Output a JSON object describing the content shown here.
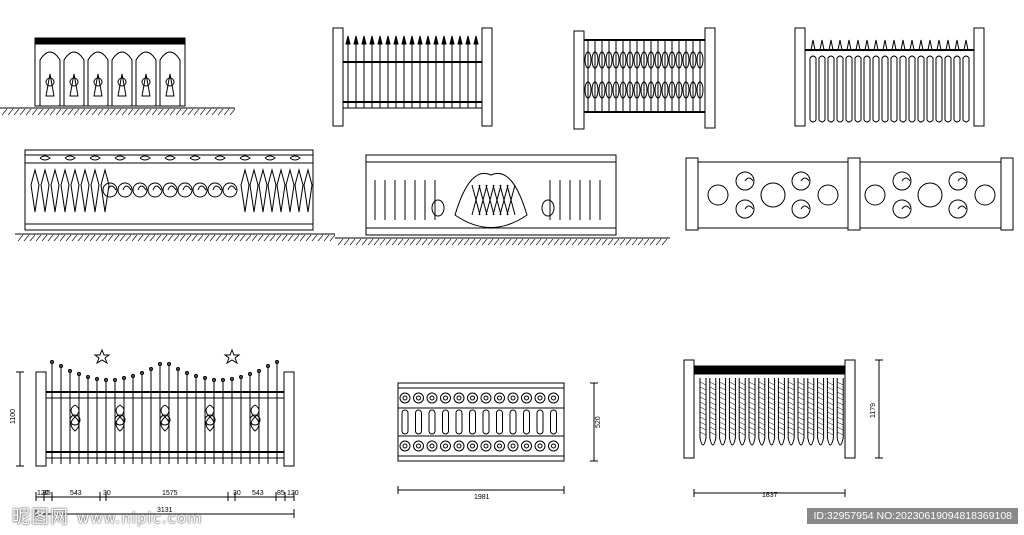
{
  "drawings": {
    "dimensions": {
      "gate_height": "1100",
      "gate_segments": [
        "120",
        "85",
        "543",
        "30",
        "1575",
        "30",
        "543",
        "85",
        "120"
      ],
      "gate_total": "3131",
      "railing_small_height": "520",
      "railing_small_width": "1981",
      "railing_right_height": "1179",
      "railing_right_width": "1837"
    }
  },
  "watermark": {
    "brand": "昵图网",
    "url": "www.nipic.com",
    "id_text": "ID:32957954 NO:20230619094818369108"
  }
}
